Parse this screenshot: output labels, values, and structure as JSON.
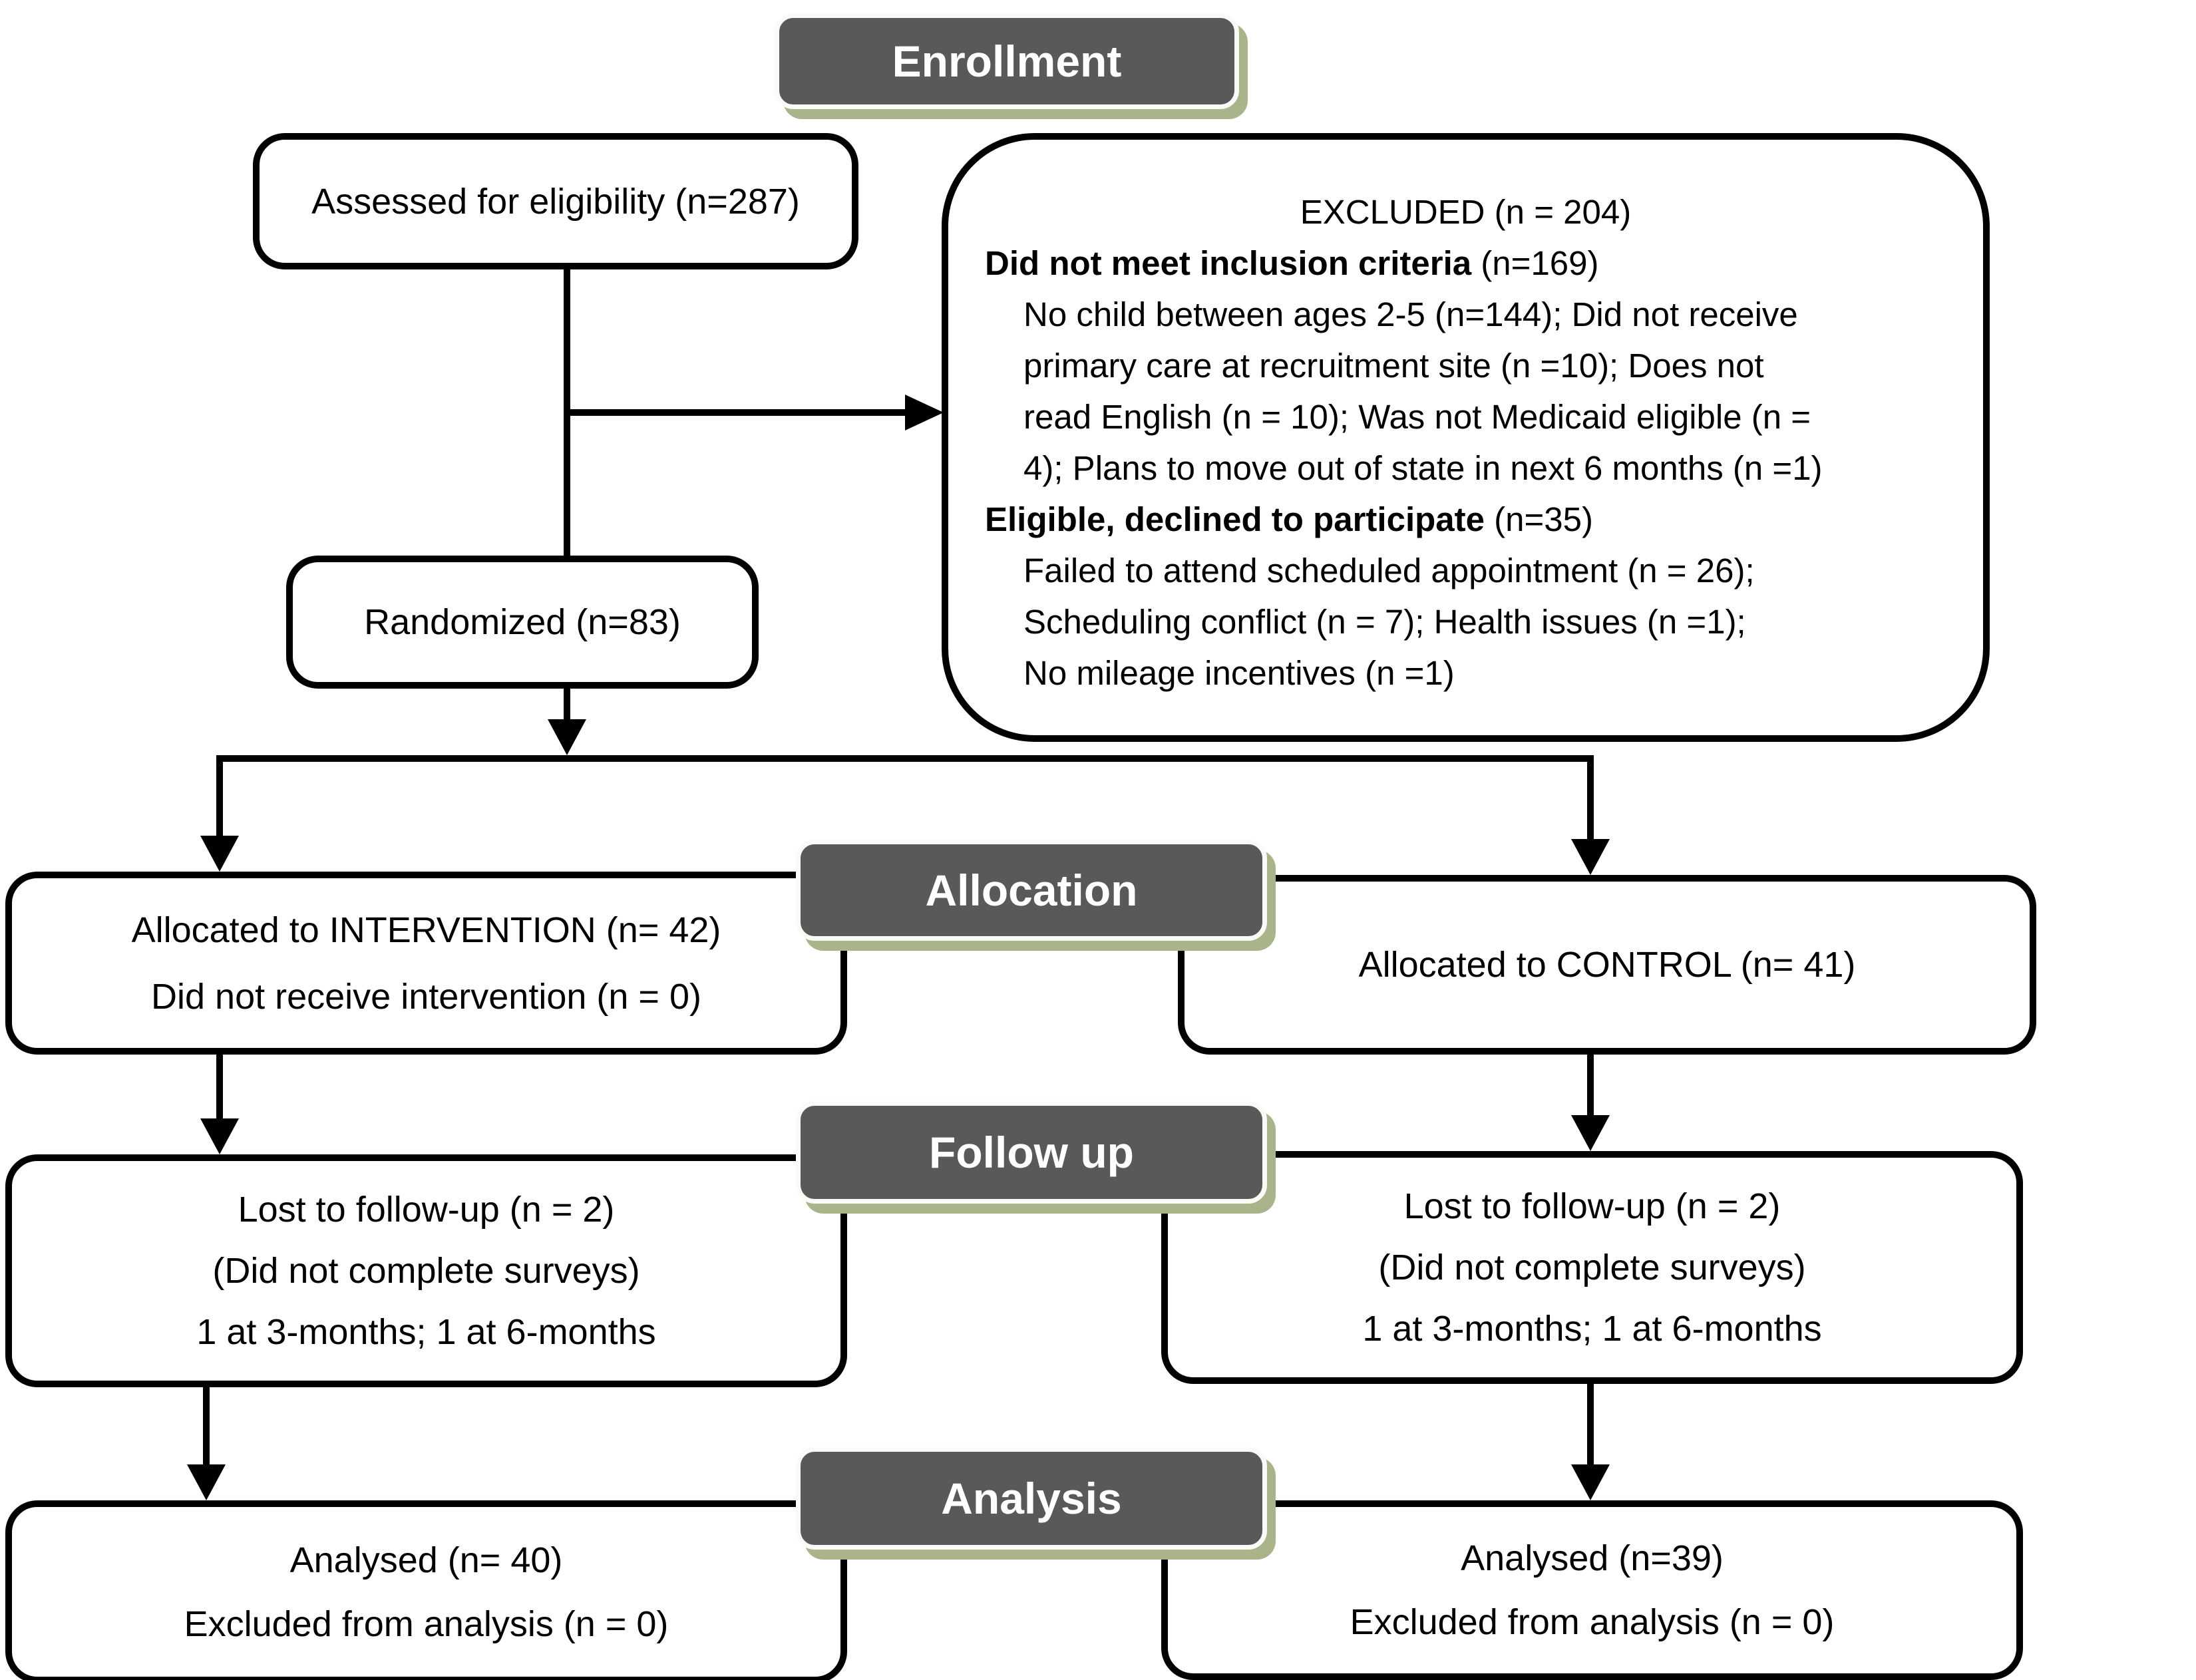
{
  "headers": {
    "enrollment": "Enrollment",
    "allocation": "Allocation",
    "follow_up": "Follow up",
    "analysis": "Analysis"
  },
  "boxes": {
    "assessed": {
      "text": "Assessed for eligibility (n=287)"
    },
    "excluded": {
      "title": "EXCLUDED (n = 204)",
      "sections": [
        {
          "heading_bold": "Did not meet inclusion criteria",
          "heading_rest": " (n=169)",
          "lines": [
            "No child between ages 2-5 (n=144); Did not receive",
            "primary care at recruitment site (n =10); Does not",
            "read English (n = 10); Was not Medicaid eligible (n =",
            "4); Plans to move out of state in next 6 months (n =1)"
          ]
        },
        {
          "heading_bold": "Eligible, declined to participate",
          "heading_rest": " (n=35)",
          "lines": [
            "Failed to attend scheduled appointment (n = 26);",
            "Scheduling conflict (n = 7); Health issues (n =1);",
            "No mileage incentives (n =1)"
          ]
        }
      ]
    },
    "randomized": {
      "text": "Randomized (n=83)"
    },
    "allocated_intervention": {
      "lines": [
        "Allocated to INTERVENTION (n= 42)",
        "Did not receive intervention (n = 0)"
      ]
    },
    "allocated_control": {
      "lines": [
        "Allocated to CONTROL (n= 41)"
      ]
    },
    "lost_intervention": {
      "lines": [
        "Lost to follow-up (n = 2)",
        "(Did not complete surveys)",
        "1 at 3-months; 1 at 6-months"
      ]
    },
    "lost_control": {
      "lines": [
        "Lost to follow-up (n = 2)",
        "(Did not complete surveys)",
        "1 at 3-months; 1 at 6-months"
      ]
    },
    "analysed_intervention": {
      "lines": [
        "Analysed (n= 40)",
        "Excluded from analysis (n = 0)"
      ]
    },
    "analysed_control": {
      "lines": [
        "Analysed (n=39)",
        "Excluded from analysis (n = 0)"
      ]
    }
  },
  "colors": {
    "header_fill": "#595959",
    "header_text": "#ffffff",
    "header_shadow": "#a9b48b",
    "box_border": "#000000",
    "background": "#ffffff"
  }
}
